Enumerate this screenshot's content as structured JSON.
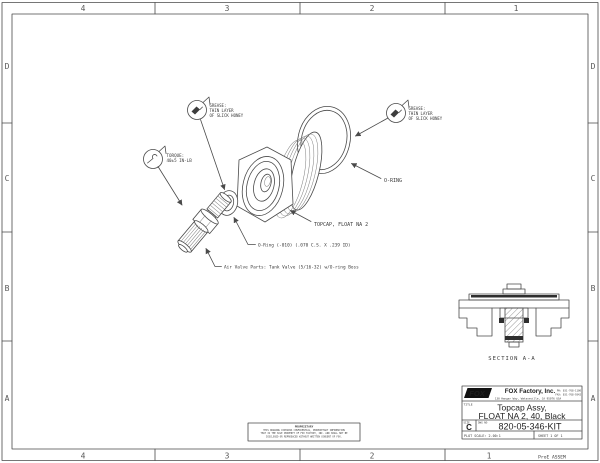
{
  "colors": {
    "background": "#ffffff",
    "line": "#4a4a4a",
    "text": "#3a3a3a",
    "logo_bg": "#111111",
    "section_fill": "#2e2e2e"
  },
  "sheet": {
    "zones_top": [
      "4",
      "3",
      "2",
      "1"
    ],
    "zones_bottom": [
      "4",
      "3",
      "2",
      "1"
    ],
    "zones_left": [
      "D",
      "C",
      "B",
      "A"
    ],
    "zones_right": [
      "D",
      "C",
      "B",
      "A"
    ],
    "footer_note": "ProE ASSEM"
  },
  "icons": {
    "grease": "grease-gun-icon",
    "torque": "torque-wrench-icon"
  },
  "callouts": {
    "grease_left": {
      "line1": "GREASE:",
      "line2": "THIN LAYER",
      "line3": "OF SLICK HONEY"
    },
    "grease_right": {
      "line1": "GREASE:",
      "line2": "THIN LAYER",
      "line3": "OF SLICK HONEY"
    },
    "torque": {
      "line1": "TORQUE:",
      "line2": "40±5 IN-LB"
    }
  },
  "part_labels": {
    "oring_large": "O-RING",
    "topcap": "TOPCAP, FLOAT NA 2",
    "oring_small": "O-Ring (-010) (.070 C.S. X .239 ID)",
    "air_valve": "Air Valve Parts: Tank Valve (5/16-32) w/O-ring Boss"
  },
  "section": {
    "label": "SECTION  A-A"
  },
  "title_block": {
    "logo": "FOX",
    "company": "FOX Factory, Inc.",
    "address": "130 Hangar Way, Watsonville, CA 95076 USA",
    "phone": "PH: 831-768-1100",
    "fax": "FAX: 831-768-9342",
    "title_label": "TITLE",
    "title_line1": "Topcap Assy,",
    "title_line2": "FLOAT NA 2, 40, Black",
    "size_label": "SIZE",
    "size_value": "C",
    "dwg_label": "DWG NO",
    "dwg_number": "820-05-346-KIT",
    "plot_scale": "PLOT SCALE: 2.00:1",
    "sheet_info": "SHEET 1 OF 1"
  },
  "disclaimer": {
    "heading": "PROPRIETARY",
    "line1": "THIS DRAWING CONTAINS CONFIDENTIAL, PROPRIETARY INFORMATION",
    "line2": "THAT IS THE SOLE PROPERTY OF FOX FACTORY, INC. AND SHALL NOT BE",
    "line3": "DISCLOSED OR REPRODUCED WITHOUT WRITTEN CONSENT OF FOX."
  }
}
